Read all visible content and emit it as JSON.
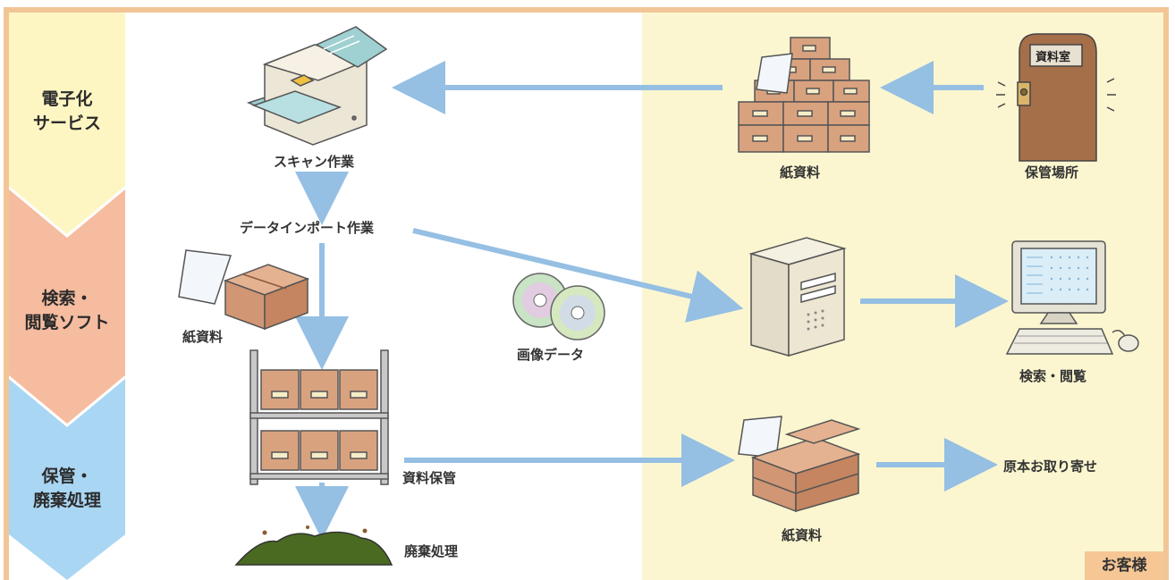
{
  "sidebar": {
    "stages": [
      {
        "line1": "電子化",
        "line2": "サービス",
        "color": "#fdf6c3"
      },
      {
        "line1": "検索・",
        "line2": "閲覧ソフト",
        "color": "#f6bca0"
      },
      {
        "line1": "保管・",
        "line2": "廃棄処理",
        "color": "#a9d6f3"
      }
    ]
  },
  "customer_label": "お客様",
  "labels": {
    "scan": "スキャン作業",
    "data_import": "データインポート作業",
    "paper_left": "紙資料",
    "image_data": "画像データ",
    "storage": "資料保管",
    "disposal": "廃棄処理",
    "paper_top": "紙資料",
    "storage_place": "保管場所",
    "search_view": "検索・閲覧",
    "paper_bottom": "紙資料",
    "retrieve_original": "原本お取り寄せ",
    "door_sign": "資料室"
  },
  "colors": {
    "arrow": "#95bfe3",
    "customer_bg": "#fbf6d0",
    "frame": "#f2c596",
    "box": "#d9a27f",
    "box_dark": "#b57c5c"
  }
}
